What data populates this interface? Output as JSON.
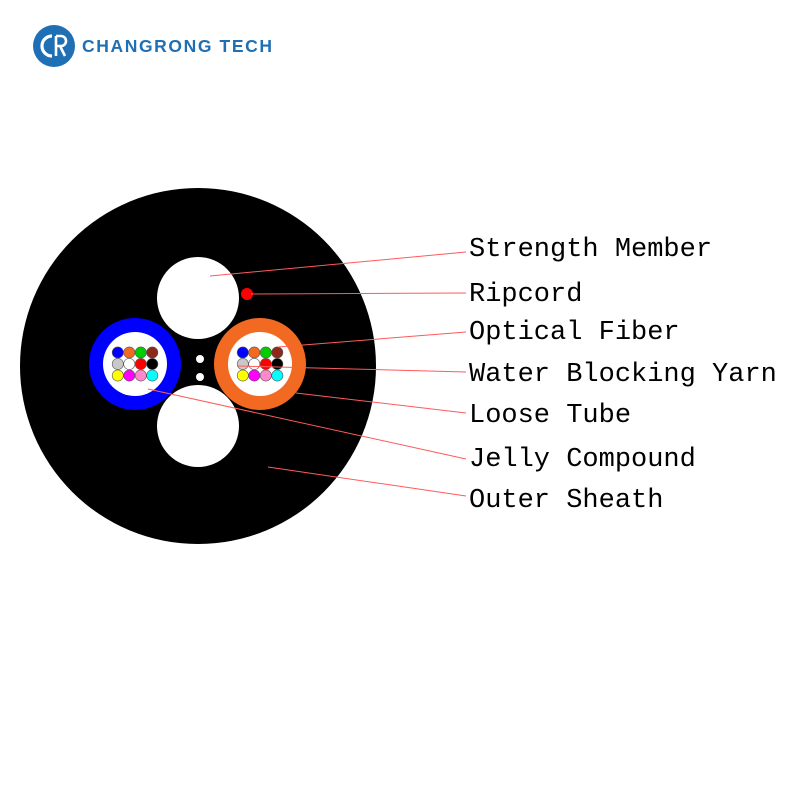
{
  "brand": {
    "name": "CHANGRONG TECH",
    "logo_icon": "cr-monogram-logo",
    "color": "#1f6fb4"
  },
  "diagram": {
    "labels": [
      {
        "key": "strength_member",
        "text": "Strength Member"
      },
      {
        "key": "ripcord",
        "text": "Ripcord"
      },
      {
        "key": "optical_fiber",
        "text": "Optical Fiber"
      },
      {
        "key": "water_blocking_yarn",
        "text": "Water Blocking Yarn"
      },
      {
        "key": "loose_tube",
        "text": "Loose Tube"
      },
      {
        "key": "jelly_compound",
        "text": "Jelly Compound"
      },
      {
        "key": "outer_sheath",
        "text": "Outer Sheath"
      }
    ],
    "colors": {
      "sheath": "#000000",
      "leader_line": "#ff5a5a",
      "ripcord": "#ff0000",
      "left_tube": "#0000ff",
      "right_tube": "#f26a21"
    },
    "fiber_colors": [
      "#0000ff",
      "#f26a21",
      "#00cc00",
      "#8b2a1b",
      "#c8c8c8",
      "#ffffff",
      "#ff0000",
      "#000000",
      "#ffff00",
      "#ff00ff",
      "#ff88cc",
      "#00ffff"
    ]
  }
}
